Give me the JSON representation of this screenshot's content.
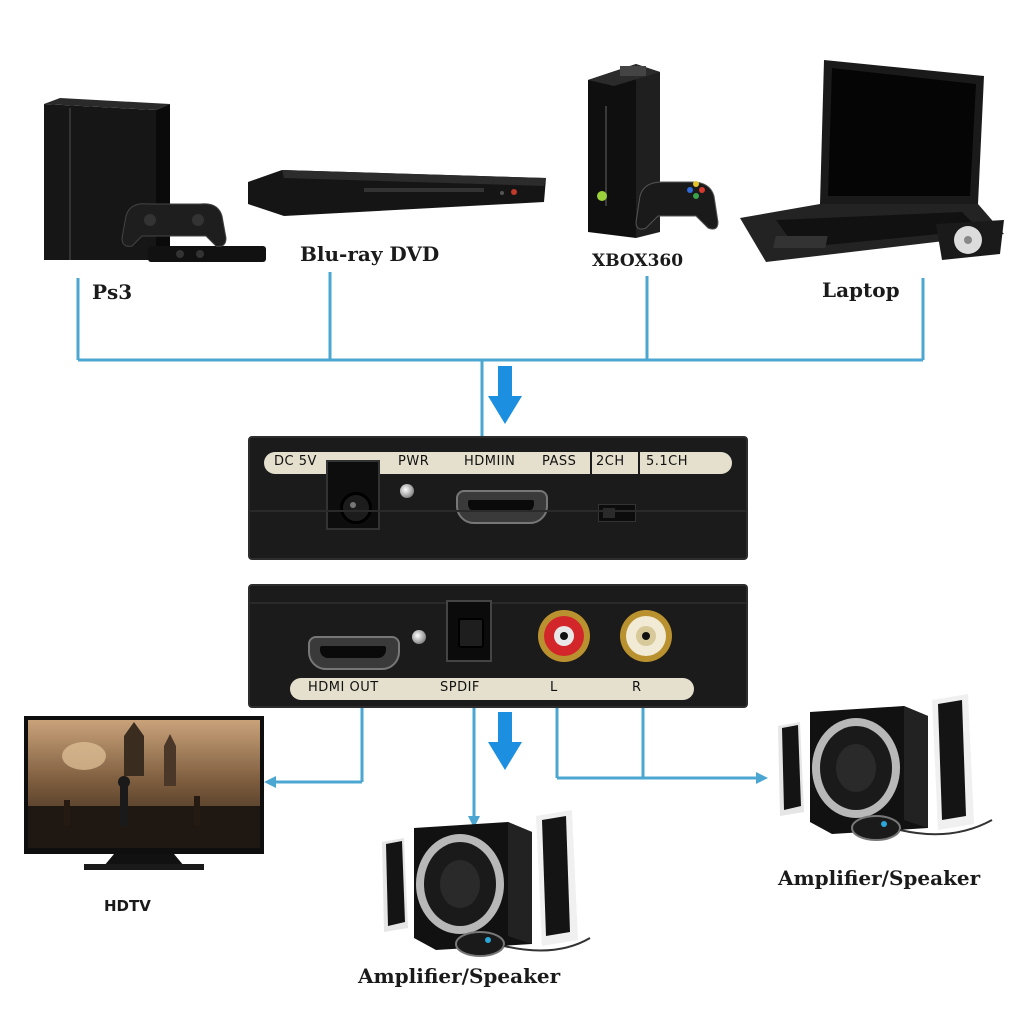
{
  "sources": {
    "ps3": "Ps3",
    "bluray": "Blu-ray DVD",
    "xbox": "XBOX360",
    "laptop": "Laptop"
  },
  "device_top": {
    "dc": "DC 5V",
    "pwr": "PWR",
    "hdmi_in": "HDMIIN",
    "pass": "PASS",
    "ch2": "2CH",
    "ch51": "5.1CH"
  },
  "device_bottom": {
    "hdmi_out": "HDMI OUT",
    "spdif": "SPDIF",
    "left": "L",
    "right": "R"
  },
  "outputs": {
    "hdtv": "HDTV",
    "speaker_center": "Amplifier/Speaker",
    "speaker_right": "Amplifier/Speaker"
  },
  "colors": {
    "wire": "#4ba7d1",
    "arrow": "#1d8fe0",
    "device_body": "#1b1b1b",
    "label_strip": "#e4e0cd"
  }
}
